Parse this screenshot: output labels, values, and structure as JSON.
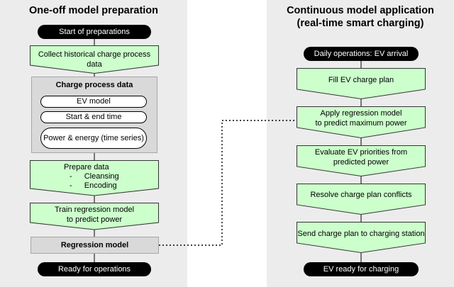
{
  "left": {
    "title": "One-off model preparation",
    "start": "Start of preparations",
    "collect": [
      "Collect historical charge process",
      "data"
    ],
    "data_box": {
      "title": "Charge process data",
      "items": [
        "EV model",
        "Start & end time",
        "Power & energy (time series)"
      ]
    },
    "prepare": [
      "Prepare data",
      "Cleansing",
      "Encoding"
    ],
    "bullet": "-",
    "train": [
      "Train regression model",
      "to predict power"
    ],
    "model": "Regression model",
    "end": "Ready for operations"
  },
  "right": {
    "title": [
      "Continuous model application",
      "(real-time smart charging)"
    ],
    "start": "Daily operations: EV arrival",
    "fill": "Fill EV charge plan",
    "apply": [
      "Apply regression model",
      "to predict maximum power"
    ],
    "evaluate": [
      "Evaluate EV priorities from",
      "predicted power"
    ],
    "resolve": "Resolve charge plan conflicts",
    "send": "Send charge plan to charging station",
    "end": "EV ready for charging"
  },
  "colors": {
    "process_fill": "#ccffcc",
    "panel": "#ececec",
    "terminal": "#000000",
    "data_box": "#d9d9d9"
  }
}
